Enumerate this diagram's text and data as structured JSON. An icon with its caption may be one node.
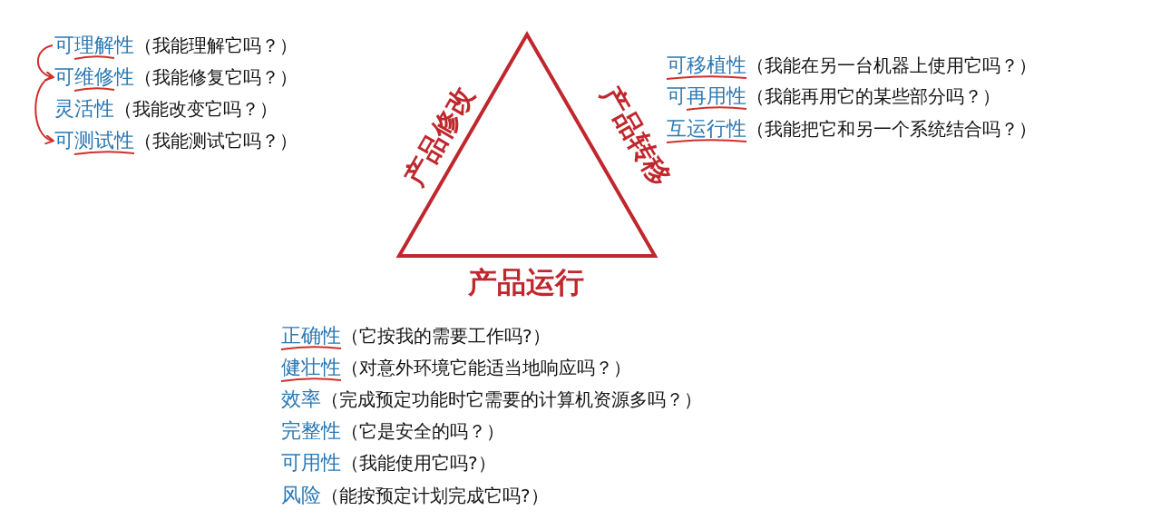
{
  "diagram": {
    "nodes": [
      {
        "text": [
          "可理解性",
          "（我能理解它吗？）"
        ]
      },
      {
        "text": [
          "可维修性",
          "（我能修复它吗？）"
        ]
      },
      {
        "text": [
          "灵活性",
          "（我能改变它吗？）"
        ]
      },
      {
        "text": [
          "可测试性",
          "（我能测试它吗？）"
        ]
      },
      {
        "text": [
          "可移植性",
          "（我能在另一台机器上使用它吗？）"
        ]
      },
      {
        "text": [
          "可再用性",
          "（我能再用它的某些部分吗？）"
        ]
      },
      {
        "text": [
          "互运行性",
          "（我能把它和另一个系统结合吗？）"
        ]
      },
      {
        "text": [
          "正确性",
          "（它按我的需要工作吗?）"
        ]
      },
      {
        "text": [
          "健壮性",
          "（对意外环境它能适当地响应吗？）"
        ]
      },
      {
        "text": [
          "效率",
          "（完成预定功能时它需要的计算机资源多吗？）"
        ]
      },
      {
        "text": [
          "完整性",
          "（它是安全的吗？）"
        ]
      },
      {
        "text": [
          "可用性",
          "（我能使用它吗?）"
        ]
      },
      {
        "text": [
          "风险",
          "（能按预定计划完成它吗?）"
        ]
      }
    ],
    "edges": [
      {
        "from": 0,
        "to": 1,
        "arrow": "to"
      },
      {
        "from": 1,
        "to": 3,
        "arrow": "to"
      }
    ],
    "labels": [
      "产品修改",
      "产品转移",
      "产品运行"
    ]
  }
}
